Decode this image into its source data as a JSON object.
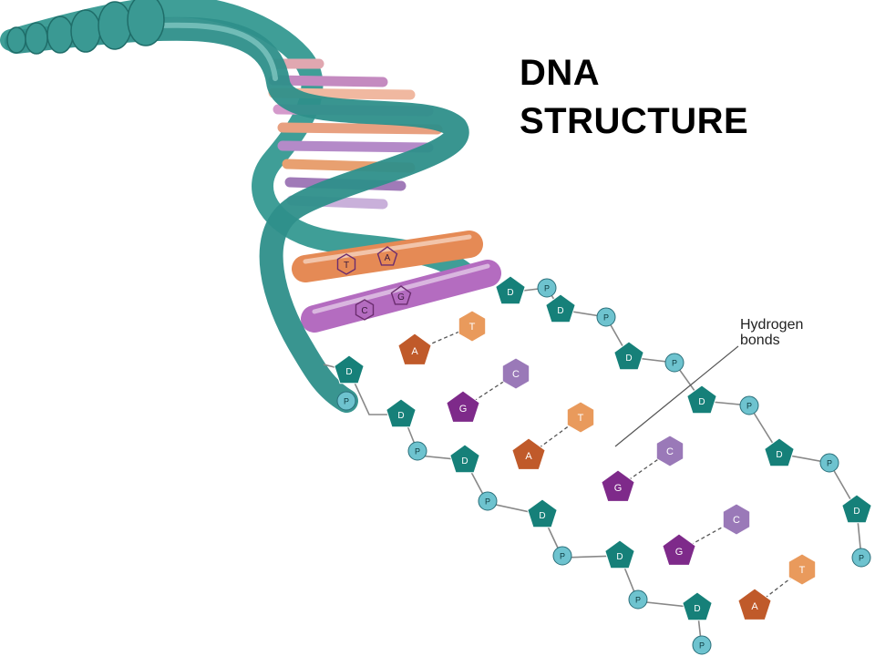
{
  "title": {
    "line1": "DNA",
    "line2": "STRUCTURE"
  },
  "callout": {
    "line1": "Hydrogen",
    "line2": "bonds"
  },
  "letters": {
    "deoxyribose": "D",
    "phosphate": "P",
    "adenine": "A",
    "thymine": "T",
    "guanine": "G",
    "cytosine": "C"
  },
  "colors": {
    "backbone": "#2e8f8a",
    "deoxyribose": "#168079",
    "phosphate": "#6ec3cf",
    "adenine": "#c05a2a",
    "thymine": "#e99a5c",
    "guanine": "#7e2a8a",
    "cytosine": "#9a79b8"
  },
  "base_pairs": [
    {
      "left": "A",
      "right": "T"
    },
    {
      "left": "G",
      "right": "C"
    },
    {
      "left": "A",
      "right": "T"
    },
    {
      "left": "G",
      "right": "C"
    },
    {
      "left": "G",
      "right": "C"
    },
    {
      "left": "A",
      "right": "T"
    }
  ]
}
